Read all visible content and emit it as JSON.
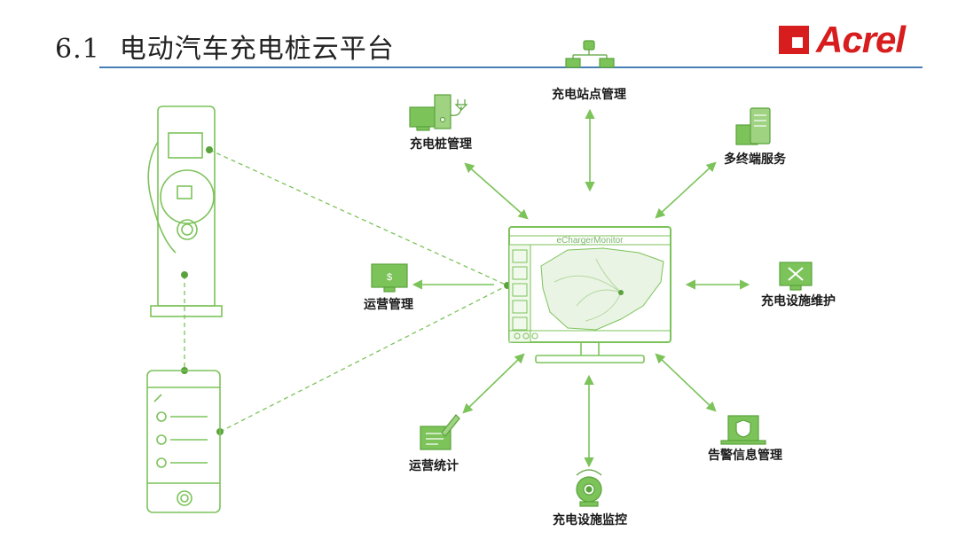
{
  "header": {
    "section_number": "6.1",
    "title": "电动汽车充电桩云平台"
  },
  "logo": {
    "text": "Acrel",
    "color": "#d71d1d"
  },
  "monitor": {
    "title": "eChargerMonitor"
  },
  "modules": {
    "station_management": "充电站点管理",
    "pile_management": "充电桩管理",
    "multi_terminal": "多终端服务",
    "operation_management": "运营管理",
    "facility_maintenance": "充电设施维护",
    "operation_statistics": "运营统计",
    "facility_monitoring": "充电设施监控",
    "alarm_management": "告警信息管理"
  },
  "colors": {
    "accent_green": "#7cc35a",
    "dark_green": "#5aa33c",
    "rule_blue": "#4a7fb5"
  }
}
